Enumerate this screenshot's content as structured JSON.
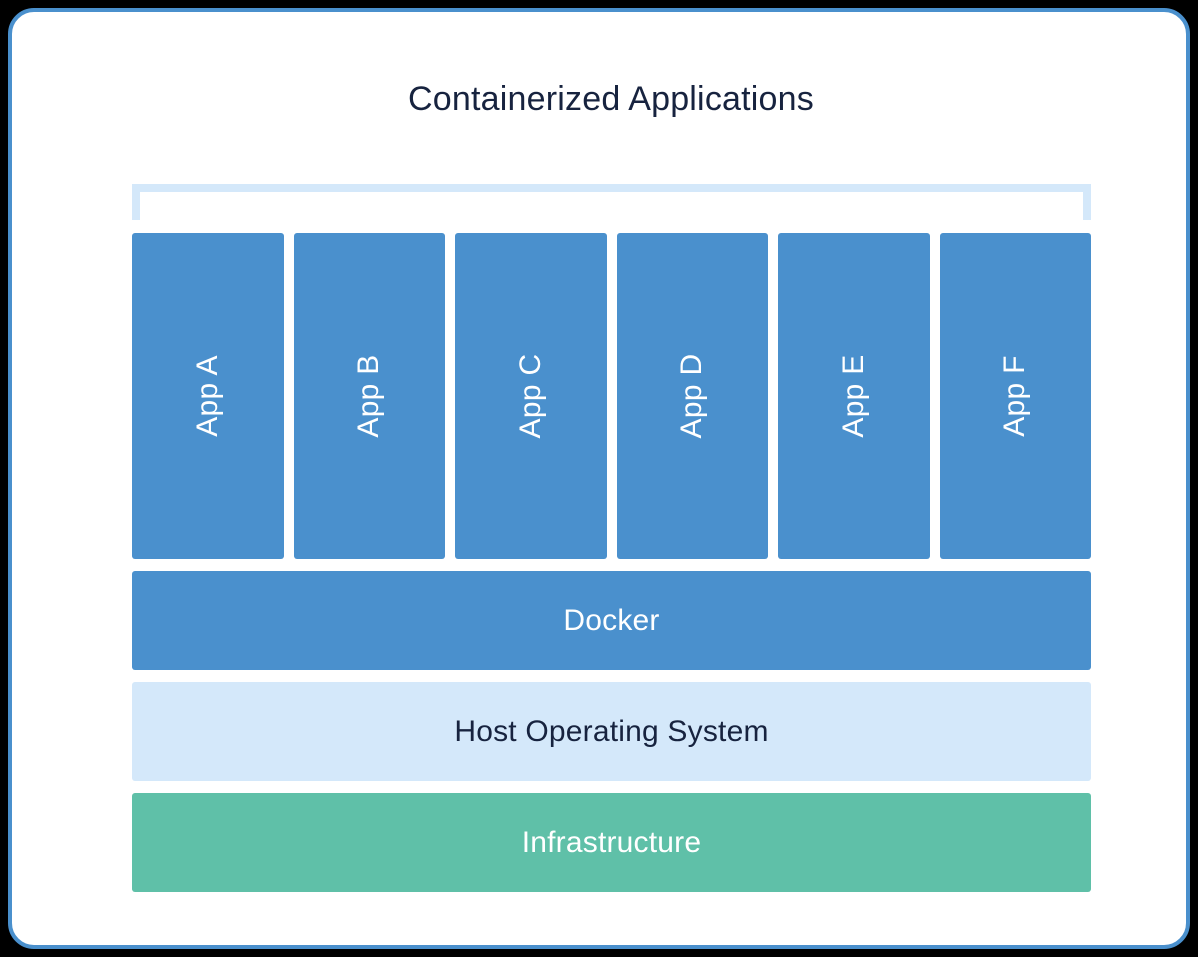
{
  "diagram": {
    "title": "Containerized Applications",
    "type": "layered-stack-diagram",
    "bracket_name": "containerized-applications-bracket",
    "apps": [
      {
        "label": "App A"
      },
      {
        "label": "App B"
      },
      {
        "label": "App C"
      },
      {
        "label": "App D"
      },
      {
        "label": "App E"
      },
      {
        "label": "App F"
      }
    ],
    "layers": [
      {
        "label": "Docker"
      },
      {
        "label": "Host Operating System"
      },
      {
        "label": "Infrastructure"
      }
    ]
  },
  "colors": {
    "border": "#4a90cd",
    "app_box": "#4a90cd",
    "docker": "#4a90cd",
    "host_os": "#d4e8fa",
    "infrastructure": "#5fc0a8",
    "bracket": "#d4e8fa",
    "title_text": "#17233f",
    "light_text": "#ffffff",
    "background": "#ffffff"
  }
}
